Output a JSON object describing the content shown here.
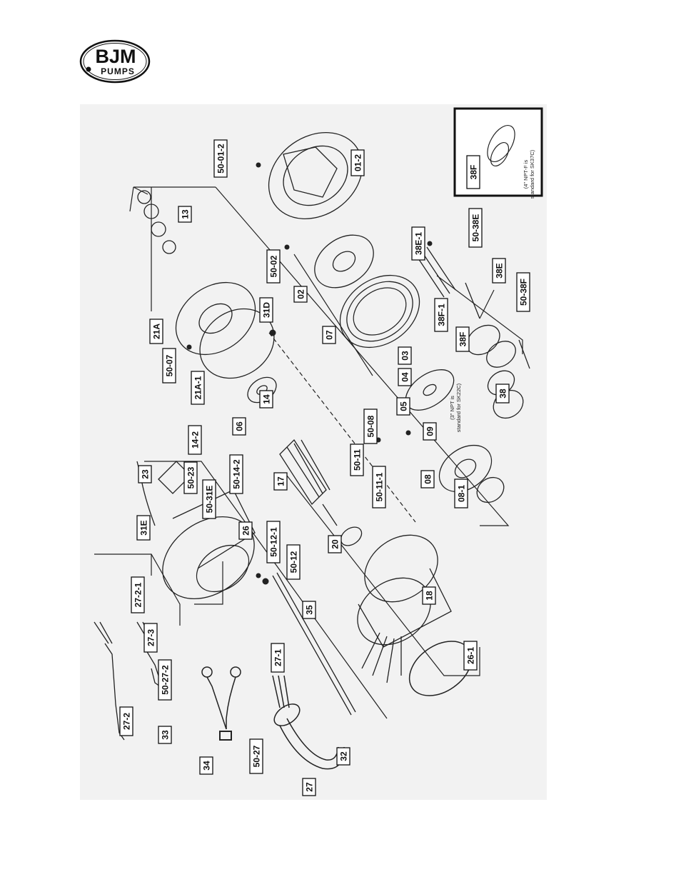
{
  "logo": {
    "brand": "BJM",
    "subtitle": "PUMPS"
  },
  "labels": {
    "l_50_01_2": "50-01-2",
    "l_01_2": "01-2",
    "l_13": "13",
    "l_50_02": "50-02",
    "l_02": "02",
    "l_21A": "21A",
    "l_31D": "31D",
    "l_50_07": "50-07",
    "l_21A_1": "21A-1",
    "l_14": "14",
    "l_14_2": "14-2",
    "l_06": "06",
    "l_50_14_2": "50-14-2",
    "l_17": "17",
    "l_07": "07",
    "l_38E_1": "38E-1",
    "l_50_38E": "50-38E",
    "l_38E": "38E",
    "l_50_38F": "50-38F",
    "l_38F_1": "38F-1",
    "l_38F": "38F",
    "l_38": "38",
    "l_03": "03",
    "l_04": "04",
    "l_05": "05",
    "l_09": "09",
    "l_50_08": "50-08",
    "l_08": "08",
    "l_08_1": "08-1",
    "l_50_11": "50-11",
    "l_50_11_1": "50-11-1",
    "l_23": "23",
    "l_50_23": "50-23",
    "l_50_31E": "50-31E",
    "l_31E": "31E",
    "l_26": "26",
    "l_50_12_1": "50-12-1",
    "l_50_12": "50-12",
    "l_20": "20",
    "l_18": "18",
    "l_35": "35",
    "l_26_1": "26-1",
    "l_27_2_1": "27-2-1",
    "l_27_3": "27-3",
    "l_50_27_2": "50-27-2",
    "l_27_2": "27-2",
    "l_33": "33",
    "l_27_1": "27-1",
    "l_34": "34",
    "l_50_27": "50-27",
    "l_27": "27",
    "l_32": "32"
  },
  "inset": {
    "label": "38F",
    "note_line1": "(4\" NPT-F is",
    "note_line2": "standard for SK37C)"
  },
  "notes": {
    "sk22c_line1": "(3\" NPT is",
    "sk22c_line2": "standard for SK22C)"
  }
}
